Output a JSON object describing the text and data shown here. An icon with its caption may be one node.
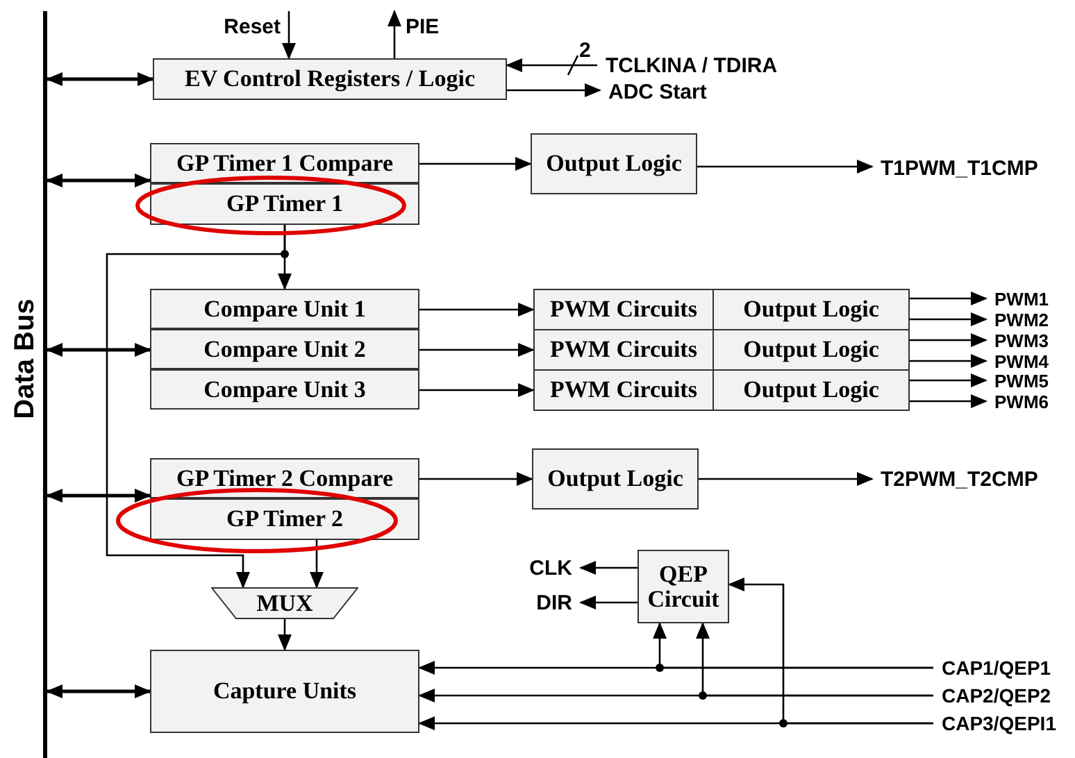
{
  "diagram": {
    "nodes": [
      {
        "text": [
          "Data Bus"
        ]
      },
      {
        "text": [
          "EV Control Registers / Logic"
        ]
      },
      {
        "text": [
          "Reset"
        ]
      },
      {
        "text": [
          "PIE"
        ]
      },
      {
        "text": [
          "TCLKINA / TDIRA"
        ]
      },
      {
        "text": [
          "ADC Start"
        ]
      },
      {
        "text": [
          "GP Timer 1 Compare"
        ]
      },
      {
        "text": [
          "GP Timer 1"
        ]
      },
      {
        "text": [
          "Output Logic"
        ]
      },
      {
        "text": [
          "T1PWM_T1CMP"
        ]
      },
      {
        "text": [
          "Compare Unit 1"
        ]
      },
      {
        "text": [
          "Compare Unit 2"
        ]
      },
      {
        "text": [
          "Compare Unit 3"
        ]
      },
      {
        "text": [
          "PWM Circuits"
        ]
      },
      {
        "text": [
          "Output Logic"
        ]
      },
      {
        "text": [
          "PWM Circuits"
        ]
      },
      {
        "text": [
          "Output Logic"
        ]
      },
      {
        "text": [
          "PWM Circuits"
        ]
      },
      {
        "text": [
          "Output Logic"
        ]
      },
      {
        "text": [
          "PWM1"
        ]
      },
      {
        "text": [
          "PWM2"
        ]
      },
      {
        "text": [
          "PWM3"
        ]
      },
      {
        "text": [
          "PWM4"
        ]
      },
      {
        "text": [
          "PWM5"
        ]
      },
      {
        "text": [
          "PWM6"
        ]
      },
      {
        "text": [
          "GP Timer 2 Compare"
        ]
      },
      {
        "text": [
          "GP Timer 2"
        ]
      },
      {
        "text": [
          "Output Logic"
        ]
      },
      {
        "text": [
          "T2PWM_T2CMP"
        ]
      },
      {
        "text": [
          "MUX"
        ]
      },
      {
        "text": [
          "QEP Circuit"
        ]
      },
      {
        "text": [
          "CLK"
        ]
      },
      {
        "text": [
          "DIR"
        ]
      },
      {
        "text": [
          "Capture Units"
        ]
      },
      {
        "text": [
          "CAP1/QEP1"
        ]
      },
      {
        "text": [
          "CAP2/QEP2"
        ]
      },
      {
        "text": [
          "CAP3/QEPI1"
        ]
      }
    ],
    "edges": [
      {
        "from": 2,
        "to": 1,
        "arrow": "to"
      },
      {
        "from": 1,
        "to": 3,
        "arrow": "to"
      },
      {
        "from": 4,
        "to": 1,
        "arrow": "to"
      },
      {
        "from": 1,
        "to": 5,
        "arrow": "to"
      },
      {
        "from": 0,
        "to": 1,
        "arrow": "both"
      },
      {
        "from": 0,
        "to": 6,
        "arrow": "both"
      },
      {
        "from": 6,
        "to": 8,
        "arrow": "to"
      },
      {
        "from": 8,
        "to": 9,
        "arrow": "to"
      },
      {
        "from": 7,
        "to": 10,
        "arrow": "to"
      },
      {
        "from": 7,
        "to": 29,
        "arrow": "to"
      },
      {
        "from": 0,
        "to": 11,
        "arrow": "both"
      },
      {
        "from": 10,
        "to": 13,
        "arrow": "to"
      },
      {
        "from": 11,
        "to": 15,
        "arrow": "to"
      },
      {
        "from": 12,
        "to": 17,
        "arrow": "to"
      },
      {
        "from": 14,
        "to": 19,
        "arrow": "to"
      },
      {
        "from": 14,
        "to": 20,
        "arrow": "to"
      },
      {
        "from": 16,
        "to": 21,
        "arrow": "to"
      },
      {
        "from": 16,
        "to": 22,
        "arrow": "to"
      },
      {
        "from": 18,
        "to": 23,
        "arrow": "to"
      },
      {
        "from": 18,
        "to": 24,
        "arrow": "to"
      },
      {
        "from": 0,
        "to": 25,
        "arrow": "both"
      },
      {
        "from": 25,
        "to": 27,
        "arrow": "to"
      },
      {
        "from": 27,
        "to": 28,
        "arrow": "to"
      },
      {
        "from": 26,
        "to": 29,
        "arrow": "to"
      },
      {
        "from": 29,
        "to": 33,
        "arrow": "to"
      },
      {
        "from": 0,
        "to": 33,
        "arrow": "both"
      },
      {
        "from": 30,
        "to": 31,
        "arrow": "to"
      },
      {
        "from": 30,
        "to": 32,
        "arrow": "to"
      },
      {
        "from": 34,
        "to": 33,
        "arrow": "to"
      },
      {
        "from": 35,
        "to": 33,
        "arrow": "to"
      },
      {
        "from": 36,
        "to": 33,
        "arrow": "to"
      },
      {
        "from": 34,
        "to": 30,
        "arrow": "to"
      },
      {
        "from": 35,
        "to": 30,
        "arrow": "to"
      },
      {
        "from": 36,
        "to": 30,
        "arrow": "to"
      }
    ],
    "labels": [
      "2"
    ]
  }
}
